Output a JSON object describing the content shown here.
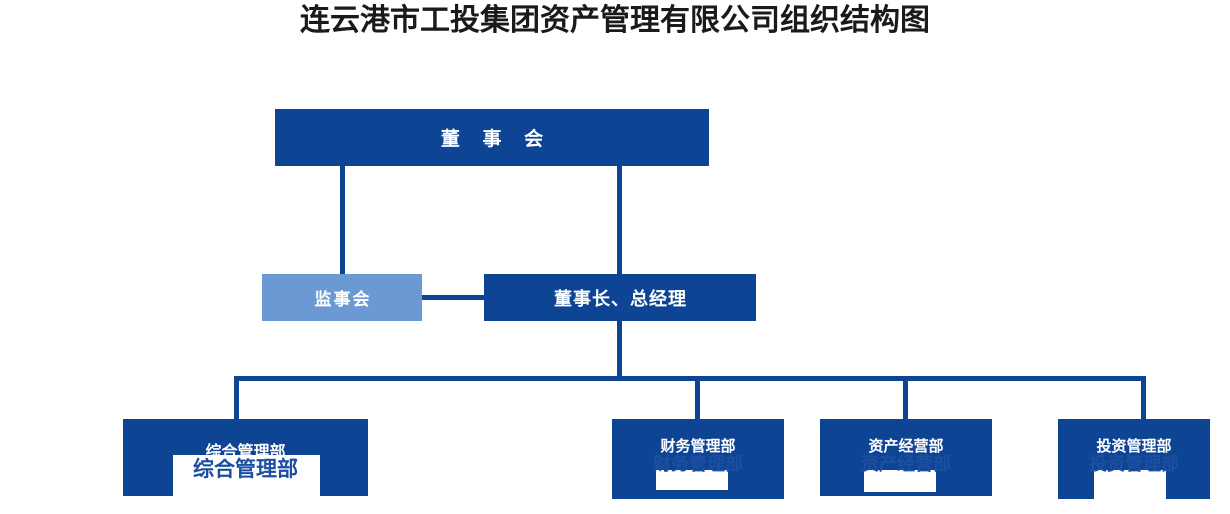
{
  "title": "连云港市工投集团资产管理有限公司组织结构图",
  "colors": {
    "primary_dark_blue": "#0E4494",
    "secondary_light_blue": "#6B99D3",
    "ghost_text_blue": "#1C4FA1",
    "title_text": "#1a1a1a",
    "node_text": "#ffffff",
    "background": "#ffffff"
  },
  "nodes": {
    "board": {
      "label": "董 事 会",
      "level": 1,
      "style": "dark"
    },
    "supervisory": {
      "label": "监事会",
      "level": 2,
      "style": "light"
    },
    "chairman": {
      "label": "董事长、总经理",
      "level": 2,
      "style": "dark"
    }
  },
  "departments": [
    {
      "label": "综合管理部",
      "ghost_label": "综合管理部",
      "style": "dark"
    },
    {
      "label": "财务管理部",
      "ghost_label": "财务管理部",
      "style": "dark"
    },
    {
      "label": "资产经营部",
      "ghost_label": "资产经营部",
      "style": "dark"
    },
    {
      "label": "投资管理部",
      "ghost_label": "投资管理部",
      "style": "dark"
    }
  ]
}
